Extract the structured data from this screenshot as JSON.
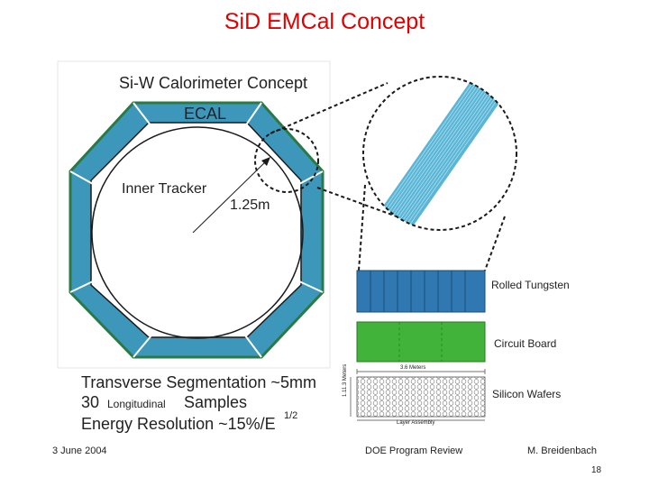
{
  "slide": {
    "title": "SiD EMCal Concept",
    "diagram_title": "Si-W Calorimeter Concept",
    "ecal_label": "ECAL",
    "inner_tracker_label": "Inner Tracker",
    "radius_label": "1.25m",
    "layers": {
      "rolled_tungsten": "Rolled Tungsten",
      "circuit_board": "Circuit Board",
      "silicon_wafers": "Silicon Wafers",
      "dim_top": "3.6 Meters",
      "dim_side": "1.11.3 Meters",
      "assembly": "Layer Assembly"
    },
    "specs": {
      "line1": "Transverse Segmentation ~5mm",
      "line2_number": "30",
      "line2_inserted": "Longitudinal",
      "line2_rest": "Samples",
      "line3": "Energy Resolution  ~15%/E",
      "line3_exponent": "1/2"
    },
    "footer": {
      "date": "3 June 2004",
      "event": "DOE Program Review",
      "author": "M. Breidenbach",
      "page": "18"
    },
    "colors": {
      "title": "#e00000",
      "ecal_fill": "#3d97bb",
      "ecal_edge": "#2a7a45",
      "tungsten": "#2f78b2",
      "circuit": "#41b33a",
      "strip": "#5bb6d6"
    }
  }
}
